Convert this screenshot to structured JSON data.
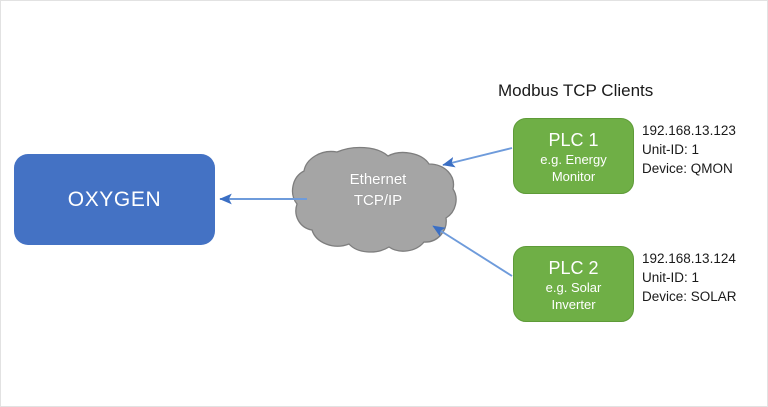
{
  "diagram": {
    "title": "Modbus TCP Clients",
    "colors": {
      "server_blue": "#4472C4",
      "plc_green": "#6FAF46",
      "cloud_gray": "#A5A5A5",
      "arrow_blue": "#5B8FD4",
      "text_dark": "#1a1a1a",
      "text_light": "#ffffff",
      "page_border": "#e2e2e2"
    },
    "server": {
      "label": "OXYGEN"
    },
    "network": {
      "line1": "Ethernet",
      "line2": "TCP/IP"
    },
    "clients": [
      {
        "name": "PLC 1",
        "role_line1": "e.g. Energy",
        "role_line2": "Monitor",
        "ip": "192.168.13.123",
        "unit_id": "Unit-ID: 1",
        "device": "Device: QMON"
      },
      {
        "name": "PLC 2",
        "role_line1": "e.g. Solar",
        "role_line2": "Inverter",
        "ip": "192.168.13.124",
        "unit_id": "Unit-ID: 1",
        "device": "Device: SOLAR"
      }
    ],
    "connections": [
      {
        "from": "Ethernet TCP/IP",
        "to": "OXYGEN"
      },
      {
        "from": "PLC 1",
        "to": "Ethernet TCP/IP"
      },
      {
        "from": "PLC 2",
        "to": "Ethernet TCP/IP"
      }
    ]
  }
}
